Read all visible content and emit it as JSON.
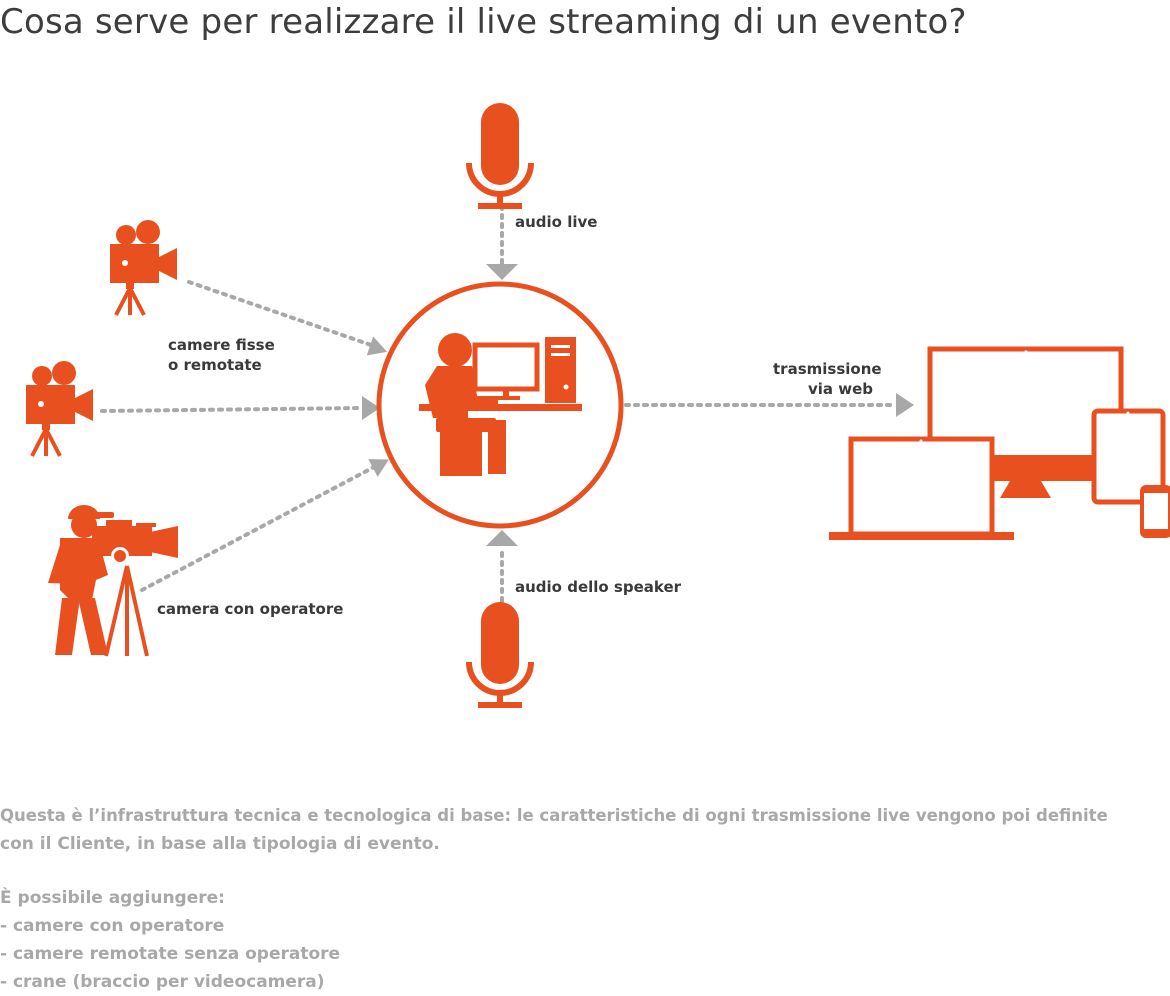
{
  "title": "Cosa serve per realizzare il live streaming di un evento?",
  "labels": {
    "audio_live": "audio live",
    "camere_fisse_1": "camere fisse",
    "camere_fisse_2": "o remotate",
    "trasmissione_1": "trasmissione",
    "trasmissione_2": "via web",
    "camera_operatore": "camera con operatore",
    "audio_speaker": "audio dello speaker"
  },
  "footer": {
    "line1": "Questa è l’infrastruttura tecnica e tecnologica di base: le caratteristiche di ogni trasmissione live vengono poi definite",
    "line2": "con il Cliente, in base alla tipologia di evento.",
    "intro": "È possibile aggiungere:",
    "items": [
      "- camere con operatore",
      "- camere remotate senza operatore",
      "- crane (braccio per videocamera)"
    ]
  },
  "colors": {
    "accent": "#e8511f",
    "arrow": "#a8a8a8",
    "title": "#3d3d3d",
    "label": "#3a3a3a",
    "footer": "#a8a8a8"
  },
  "icons": {
    "top_mic": "microphone-icon",
    "bottom_mic": "microphone-icon",
    "camera": "video-camera-icon",
    "operator": "camera-operator-icon",
    "workstation": "person-at-computer-icon",
    "devices": "devices-icon"
  }
}
